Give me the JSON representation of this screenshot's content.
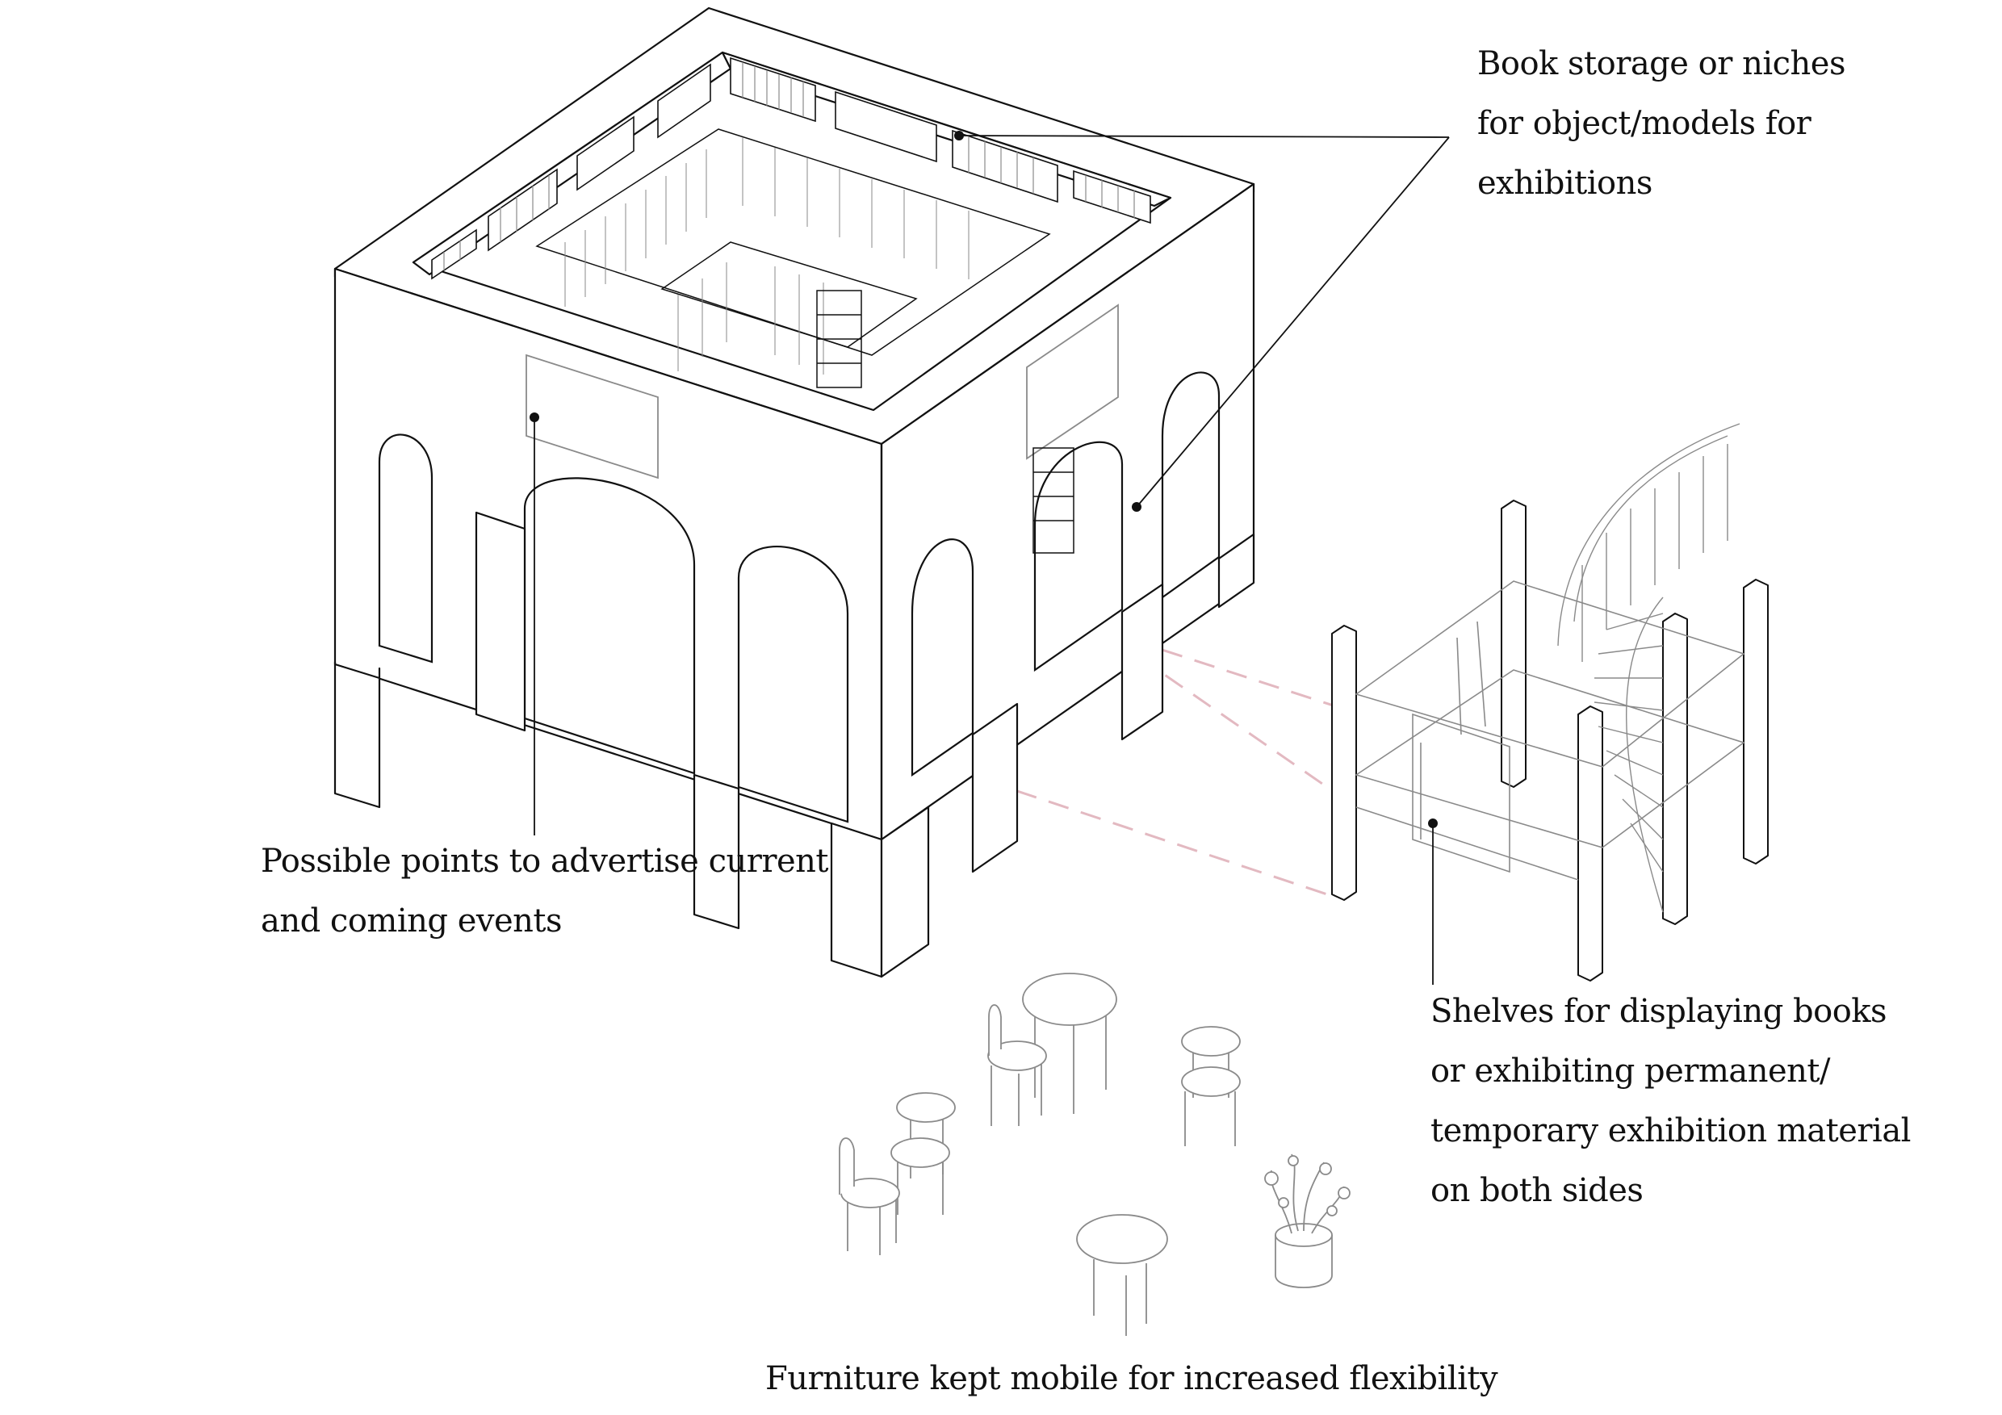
{
  "annotations": {
    "book_storage": {
      "lines": [
        "Book storage or niches",
        "for object/models for",
        "exhibitions"
      ]
    },
    "advertise_points": {
      "lines": [
        "Possible points to advertise current",
        "and coming events"
      ]
    },
    "shelves": {
      "lines": [
        "Shelves for displaying books",
        "or exhibiting permanent/",
        "temporary exhibition material",
        "on both sides"
      ]
    },
    "furniture": {
      "lines": [
        "Furniture kept mobile for increased flexibility"
      ]
    }
  },
  "colors": {
    "ink": "#111111",
    "grey_ink": "#8a8a8a",
    "dashed_projection": "#e3b9c1",
    "background": "#ffffff"
  },
  "icons": {
    "leader_dot": "filled-circle",
    "diagram_style": "isometric-line-drawing"
  }
}
